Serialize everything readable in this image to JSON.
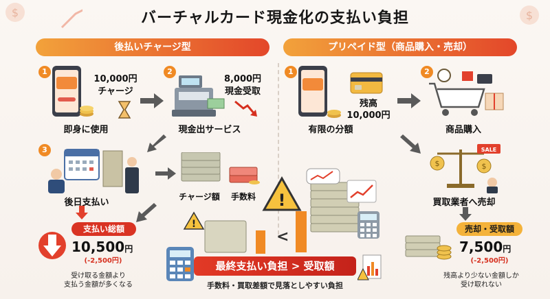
{
  "title": "バーチャルカード現金化の支払い負担",
  "left_panel": {
    "banner": "後払いチャージ型",
    "step1": {
      "num": "1",
      "amount": "10,000円",
      "amount_label": "チャージ",
      "label": "即身に使用"
    },
    "step2": {
      "num": "2",
      "amount": "8,000円",
      "amount_label": "現金受取",
      "label": "現金出サービス"
    },
    "step3": {
      "num": "3",
      "label": "後日支払い"
    },
    "charge_label": "チャージ額",
    "fee_label": "手数料",
    "total": {
      "pill": "支払い総額",
      "amount": "10,500",
      "unit": "円",
      "diff": "(-2,500円)",
      "caption_line1": "受け取る金額より",
      "caption_line2": "支払う金額が多くなる"
    }
  },
  "right_panel": {
    "banner": "プリペイド型（商品購入・売却）",
    "step1": {
      "num": "1",
      "balance_label": "残高",
      "balance": "10,000円",
      "label": "有限の分額"
    },
    "step2": {
      "num": "2",
      "label": "商品購入"
    },
    "step3": {
      "label": "買取業者へ売却",
      "sale_tag": "SALE"
    },
    "sale": {
      "pill": "売却・受取額",
      "amount": "7,500",
      "unit": "円",
      "diff": "(-2,500円)",
      "caption_line1": "残高より少ない金額しか",
      "caption_line2": "受け取れない"
    }
  },
  "center": {
    "compare_symbol": "<",
    "final_banner": "最終支払い負担 > 受取額",
    "final_caption": "手数料・買取差額で見落としやすい負担"
  },
  "colors": {
    "accent_orange": "#f08a24",
    "accent_red": "#d93323",
    "pill_yellow": "#f4b23a"
  }
}
